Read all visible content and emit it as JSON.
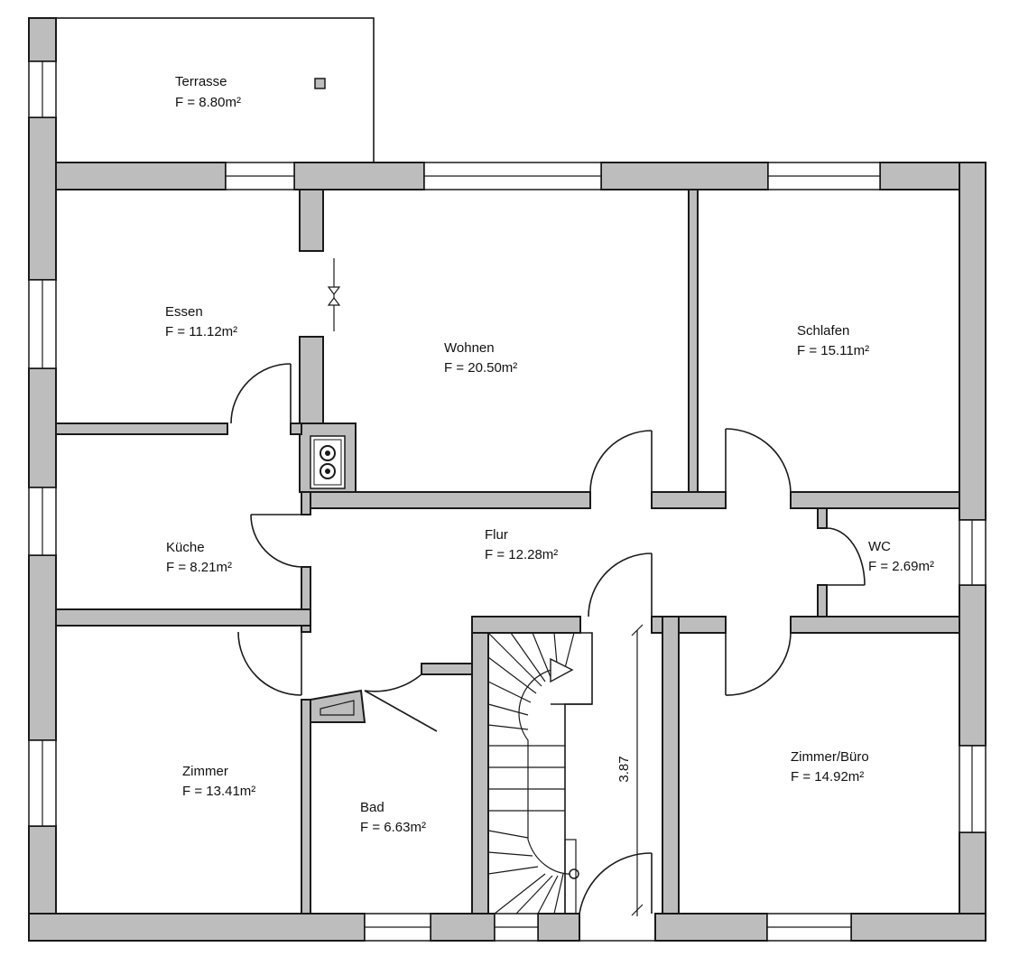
{
  "rooms": [
    {
      "id": "terrasse",
      "name": "Terrasse",
      "area": "F = 8.80m²"
    },
    {
      "id": "essen",
      "name": "Essen",
      "area": "F = 11.12m²"
    },
    {
      "id": "wohnen",
      "name": "Wohnen",
      "area": "F = 20.50m²"
    },
    {
      "id": "schlafen",
      "name": "Schlafen",
      "area": "F = 15.11m²"
    },
    {
      "id": "kueche",
      "name": "Küche",
      "area": "F = 8.21m²"
    },
    {
      "id": "flur",
      "name": "Flur",
      "area": "F = 12.28m²"
    },
    {
      "id": "wc",
      "name": "WC",
      "area": "F = 2.69m²"
    },
    {
      "id": "zimmer",
      "name": "Zimmer",
      "area": "F = 13.41m²"
    },
    {
      "id": "bad",
      "name": "Bad",
      "area": "F = 6.63m²"
    },
    {
      "id": "buero",
      "name": "Zimmer/Büro",
      "area": "F = 14.92m²"
    }
  ],
  "dimension": {
    "stair_length": "3.87"
  },
  "colors": {
    "wall": "#bdbdbd",
    "line": "#1a1a1a",
    "background": "#ffffff"
  }
}
